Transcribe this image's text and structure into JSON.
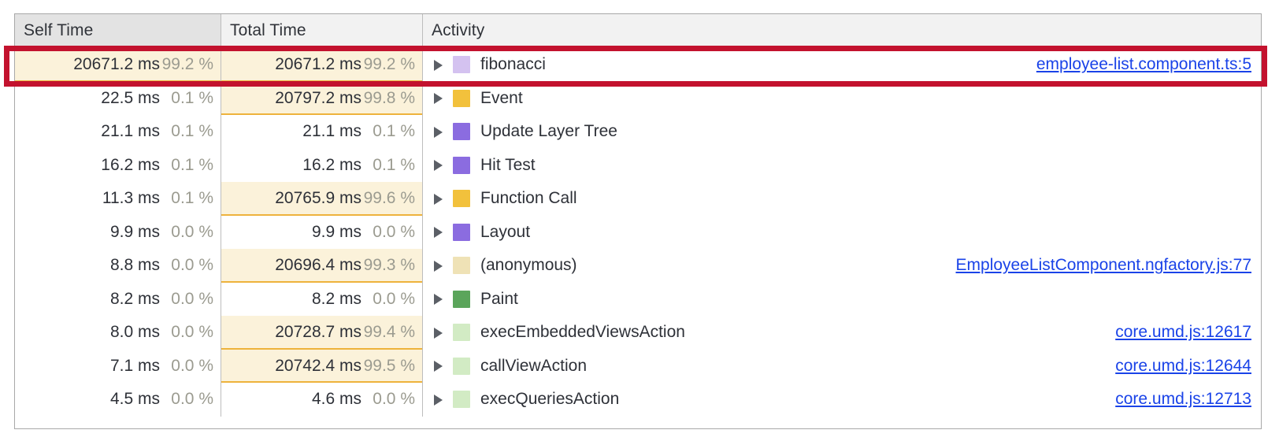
{
  "panel": {
    "name": "chrome-devtools-performance-bottom-up",
    "columns": {
      "self_time": "Self Time",
      "total_time": "Total Time",
      "activity": "Activity"
    },
    "sorted_column": "Self Time"
  },
  "colors": {
    "annotation_red": "#c3122e",
    "bar_fill": "#fbf2da",
    "bar_underline": "#eeb33c",
    "link_blue": "#1a43e8",
    "header_bg": "#f2f2f2",
    "header_sorted_bg": "#e3e3e3",
    "text": "#2e3138",
    "percent_text": "#9b9b90",
    "border": "#bdbdbd"
  },
  "rows": [
    {
      "self_ms": "20671.2 ms",
      "self_pct": "99.2 %",
      "self_bar_pct": 100,
      "total_ms": "20671.2 ms",
      "total_pct": "99.2 %",
      "total_bar_pct": 100,
      "activity": "fibonacci",
      "swatch_color": "#d4c2f0",
      "swatch_name": "swatch-scripting-light-purple",
      "source": "employee-list.component.ts:5",
      "highlighted": true
    },
    {
      "self_ms": "22.5 ms",
      "self_pct": "0.1 %",
      "self_bar_pct": 0,
      "total_ms": "20797.2 ms",
      "total_pct": "99.8 %",
      "total_bar_pct": 100,
      "activity": "Event",
      "swatch_color": "#f2c13c",
      "swatch_name": "swatch-event-gold",
      "source": "",
      "highlighted": false
    },
    {
      "self_ms": "21.1 ms",
      "self_pct": "0.1 %",
      "self_bar_pct": 0,
      "total_ms": "21.1 ms",
      "total_pct": "0.1 %",
      "total_bar_pct": 0,
      "activity": "Update Layer Tree",
      "swatch_color": "#8b6ce0",
      "swatch_name": "swatch-rendering-purple",
      "source": "",
      "highlighted": false
    },
    {
      "self_ms": "16.2 ms",
      "self_pct": "0.1 %",
      "self_bar_pct": 0,
      "total_ms": "16.2 ms",
      "total_pct": "0.1 %",
      "total_bar_pct": 0,
      "activity": "Hit Test",
      "swatch_color": "#8b6ce0",
      "swatch_name": "swatch-rendering-purple",
      "source": "",
      "highlighted": false
    },
    {
      "self_ms": "11.3 ms",
      "self_pct": "0.1 %",
      "self_bar_pct": 0,
      "total_ms": "20765.9 ms",
      "total_pct": "99.6 %",
      "total_bar_pct": 100,
      "activity": "Function Call",
      "swatch_color": "#f2c13c",
      "swatch_name": "swatch-scripting-gold",
      "source": "",
      "highlighted": false
    },
    {
      "self_ms": "9.9 ms",
      "self_pct": "0.0 %",
      "self_bar_pct": 0,
      "total_ms": "9.9 ms",
      "total_pct": "0.0 %",
      "total_bar_pct": 0,
      "activity": "Layout",
      "swatch_color": "#8b6ce0",
      "swatch_name": "swatch-rendering-purple",
      "source": "",
      "highlighted": false
    },
    {
      "self_ms": "8.8 ms",
      "self_pct": "0.0 %",
      "self_bar_pct": 0,
      "total_ms": "20696.4 ms",
      "total_pct": "99.3 %",
      "total_bar_pct": 100,
      "activity": "(anonymous)",
      "swatch_color": "#efe2b6",
      "swatch_name": "swatch-scripting-pale-tan",
      "source": "EmployeeListComponent.ngfactory.js:77",
      "highlighted": false
    },
    {
      "self_ms": "8.2 ms",
      "self_pct": "0.0 %",
      "self_bar_pct": 0,
      "total_ms": "8.2 ms",
      "total_pct": "0.0 %",
      "total_bar_pct": 0,
      "activity": "Paint",
      "swatch_color": "#5ba55b",
      "swatch_name": "swatch-painting-green",
      "source": "",
      "highlighted": false
    },
    {
      "self_ms": "8.0 ms",
      "self_pct": "0.0 %",
      "self_bar_pct": 0,
      "total_ms": "20728.7 ms",
      "total_pct": "99.4 %",
      "total_bar_pct": 100,
      "activity": "execEmbeddedViewsAction",
      "swatch_color": "#d2ebc4",
      "swatch_name": "swatch-scripting-pale-green",
      "source": "core.umd.js:12617",
      "highlighted": false
    },
    {
      "self_ms": "7.1 ms",
      "self_pct": "0.0 %",
      "self_bar_pct": 0,
      "total_ms": "20742.4 ms",
      "total_pct": "99.5 %",
      "total_bar_pct": 100,
      "activity": "callViewAction",
      "swatch_color": "#d2ebc4",
      "swatch_name": "swatch-scripting-pale-green",
      "source": "core.umd.js:12644",
      "highlighted": false
    },
    {
      "self_ms": "4.5 ms",
      "self_pct": "0.0 %",
      "self_bar_pct": 0,
      "total_ms": "4.6 ms",
      "total_pct": "0.0 %",
      "total_bar_pct": 0,
      "activity": "execQueriesAction",
      "swatch_color": "#d2ebc4",
      "swatch_name": "swatch-scripting-pale-green",
      "source": "core.umd.js:12713",
      "highlighted": false
    }
  ]
}
